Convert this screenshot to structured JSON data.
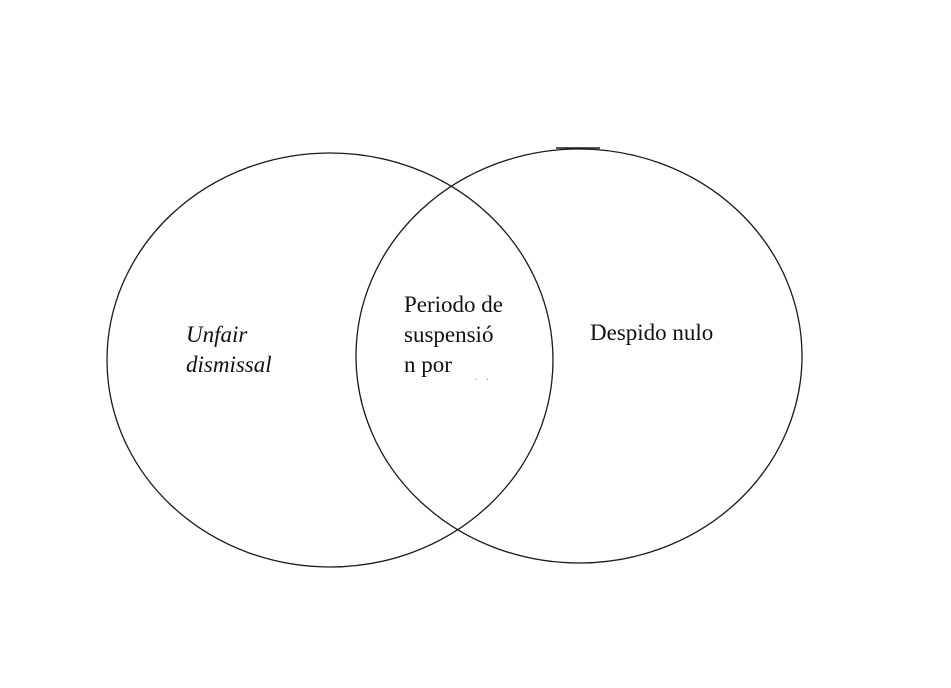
{
  "diagram": {
    "type": "venn",
    "stroke_color": "#1a1a1a",
    "background": "#ffffff"
  },
  "sets": {
    "left": {
      "lines": [
        "Unfair",
        "dismissal"
      ]
    },
    "right": {
      "label": "Despido nulo"
    }
  },
  "intersection": {
    "lines": [
      "Periodo de",
      "suspensió",
      "n por"
    ]
  }
}
